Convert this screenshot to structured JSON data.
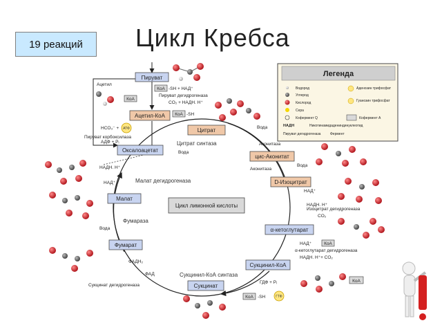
{
  "badge": "19 реакций",
  "title": "Цикл  Кребса",
  "center_label": "Цикл лимонной кислоты",
  "metabolites": {
    "pyruvate": "Пируват",
    "acetyl_coa": "Ацетил-КоА",
    "citrate": "Цитрат",
    "cis_aconitate": "цис-Аконитат",
    "d_isocitrate": "D-Изоцитрат",
    "alpha_kg": "α-кетоглутарат",
    "succinyl_coa": "Сукцинил-КоА",
    "succinate": "Сукцинат",
    "fumarate": "Фумарат",
    "malate": "Малат",
    "oxaloacetate": "Оксалоацетат"
  },
  "enzymes": {
    "pdh": "Пируват дегидрогеназа",
    "citrate_synthase": "Цитрат синтаза",
    "aconitase1": "Аконитаза",
    "aconitase2": "Аконитаза",
    "idh": "Изоцитрат дегидрогеназа",
    "akgdh": "α-кетоглутарат дегидрогеназа",
    "scs": "Сукцинил-КоА синтаза",
    "sdh": "Сукцинат дегидрогеназа",
    "fumarase": "Фумараза",
    "mdh": "Малат дегидрогеназа",
    "pc": "Пируват корбоксилаза"
  },
  "cofactors": {
    "acetyl": "Ацетил",
    "koa": "КоА",
    "sh_nad": "-SH + НАД⁺",
    "co2_nadh": "CO₂ + НАДН. Н⁺",
    "sh": "-SH",
    "water": "Вода",
    "nadh_h": "НАДН. Н⁺",
    "nad": "НАД⁺",
    "hco3": "HCO₃⁻ +",
    "adp": "АДФ + Pᵢ",
    "atf": "АТФ",
    "co2": "CO₂",
    "nadh_co2": "НАДН. Н⁺+ CO₂",
    "gdp": "ГДФ + Pᵢ",
    "gtf": "ГТФ",
    "fadh2": "ФАДН₂",
    "fad": "ФАД"
  },
  "legend": {
    "title": "Легенда",
    "items": [
      "Водород",
      "Углерод",
      "Кислород",
      "Сера",
      "Кофермент Q",
      "НАДН",
      "Пируват дегидрогеназа"
    ],
    "items_right": [
      "Аденозин трифосфат",
      "Гуанозин трифосфат",
      "Кофермент А",
      "Никотинамидадениндинуклеотид",
      "Фермент"
    ]
  },
  "colors": {
    "node_orange": "#f0c8a8",
    "node_blue": "#c8d4f0",
    "node_grey": "#d9d9d9",
    "oxygen": "#d2232a",
    "carbon": "#555555",
    "badge_bg": "#c9e9ff"
  }
}
